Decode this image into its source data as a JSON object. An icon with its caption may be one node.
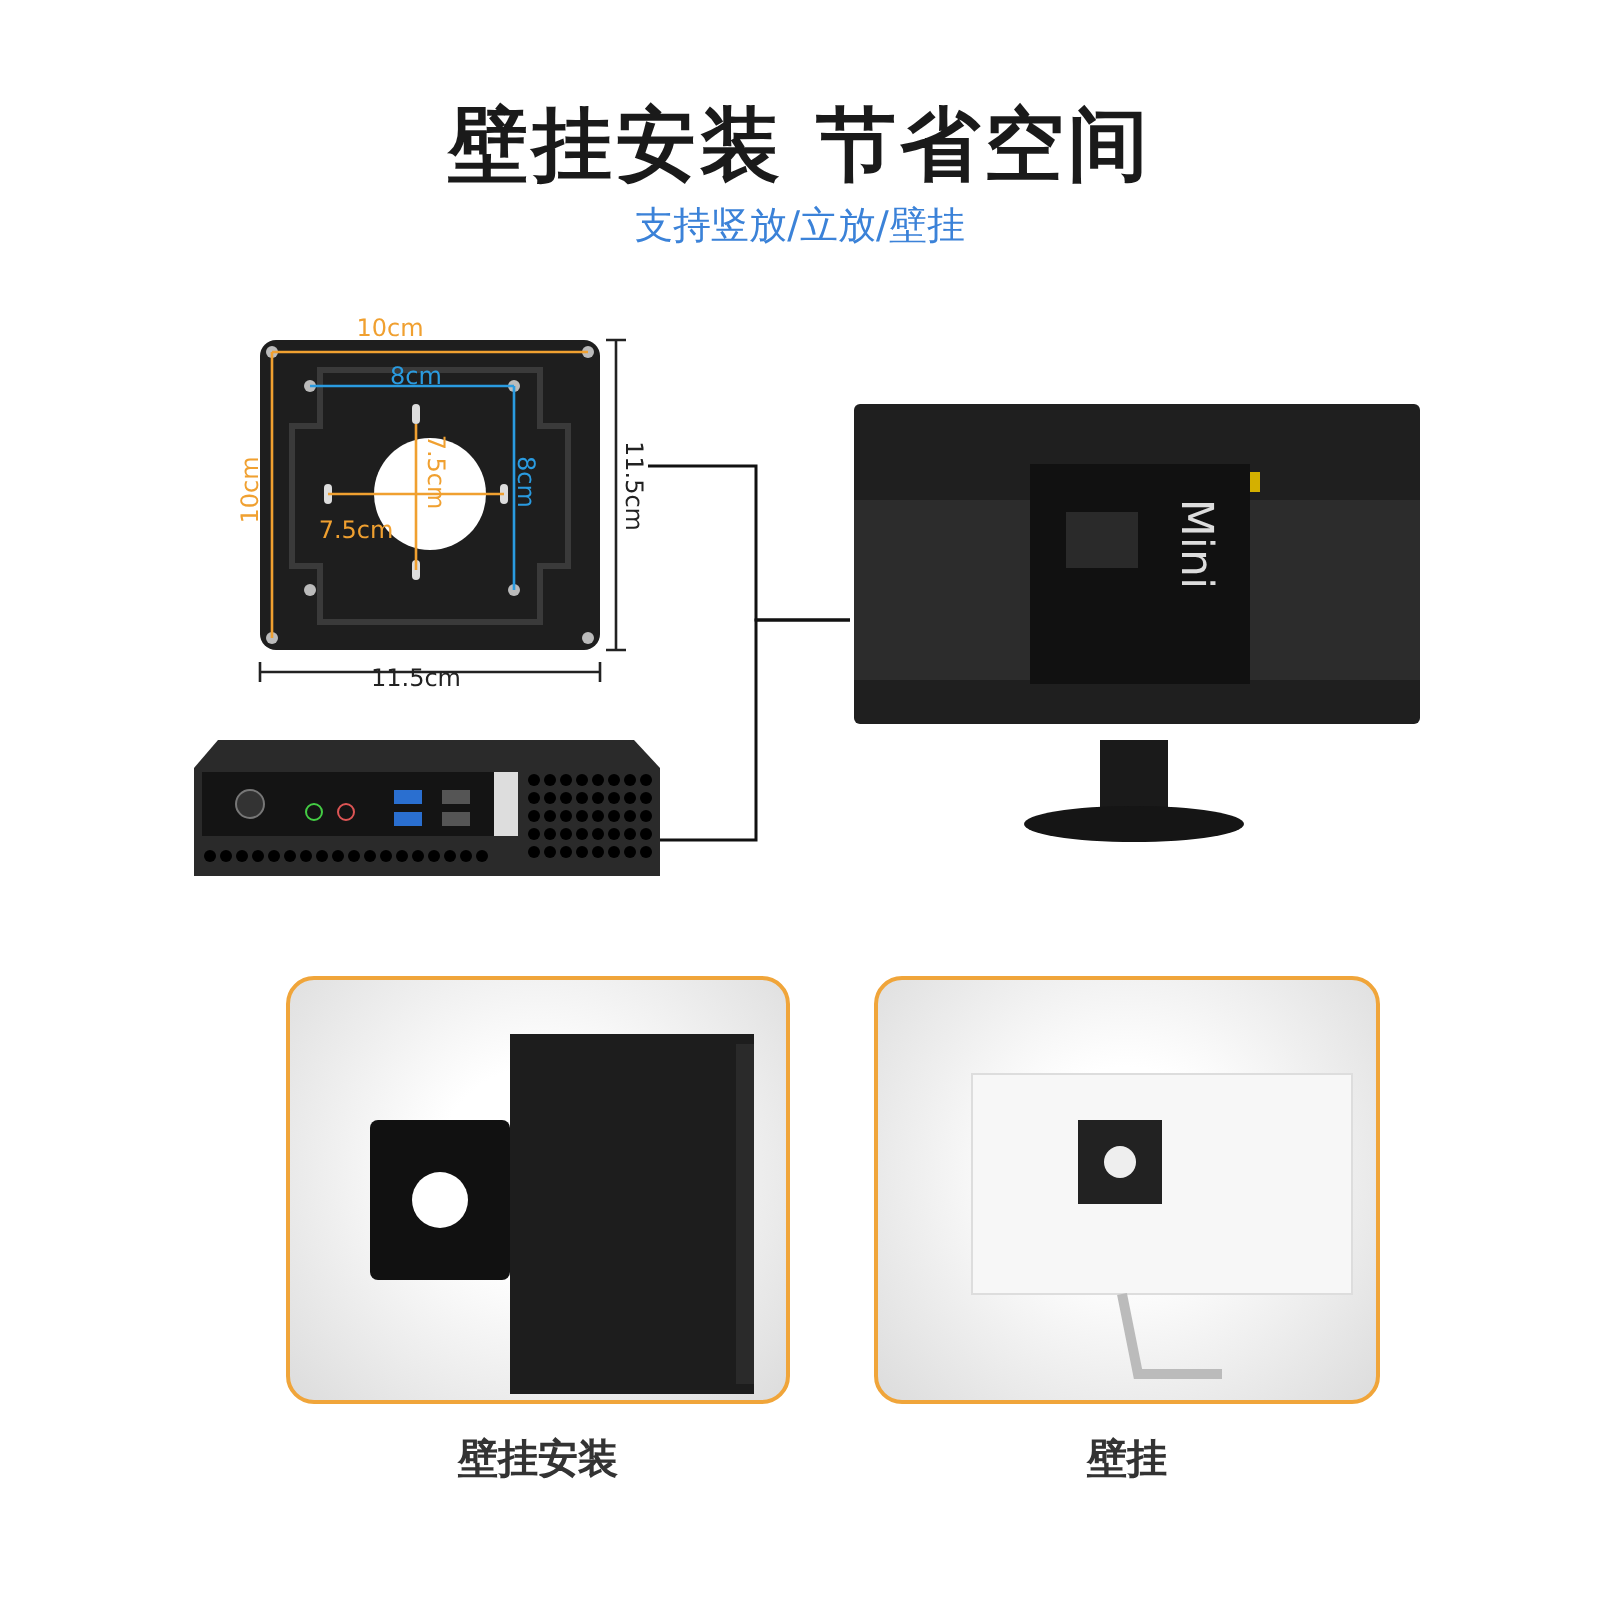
{
  "diagram": {
    "title": "壁挂安装 节省空间",
    "nodes": [
      {
        "text": [],
        "shape": "picture"
      },
      {
        "text": [],
        "shape": "picture"
      },
      {
        "text": [],
        "shape": "picture"
      },
      {
        "text": [],
        "shape": "picture",
        "beside": [
          "壁挂安装"
        ]
      },
      {
        "text": [],
        "shape": "picture",
        "beside": [
          "壁挂"
        ]
      }
    ],
    "edges": [
      {
        "from": 0,
        "to": 2,
        "arrow": "none"
      },
      {
        "from": 1,
        "to": 2,
        "arrow": "none"
      }
    ],
    "labels": [
      "支持竖放/立放/壁挂",
      "10cm",
      "8cm",
      "10cm",
      "7.5cm",
      "7.5cm",
      "8cm",
      "11.5cm",
      "11.5cm",
      "Mini"
    ]
  }
}
